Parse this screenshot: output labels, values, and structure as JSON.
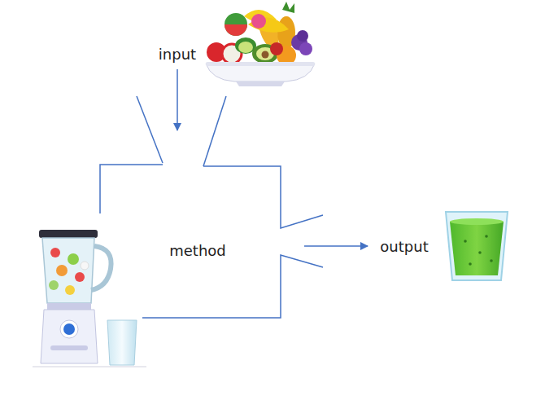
{
  "diagram": {
    "nodes": [
      {
        "text": [
          "method"
        ]
      }
    ],
    "labels": [
      "input",
      "output"
    ]
  }
}
